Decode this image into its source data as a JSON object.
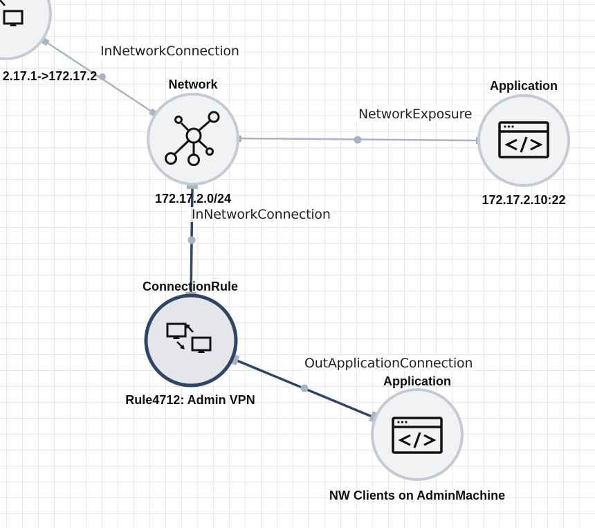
{
  "diagram": {
    "colors": {
      "node_fill": "#f1f2f4",
      "node_border": "#c5cad3",
      "selected_fill": "#e4e6ea",
      "selected_border": "#2f4565",
      "edge_default": "#a9b3c3",
      "edge_selected": "#2f4565",
      "icon": "#111111"
    },
    "nodes": [
      {
        "id": "n-conn-top",
        "type": "",
        "name": "2.17.1->172.17.2",
        "icon": "connection-rule-icon"
      },
      {
        "id": "n-network",
        "type": "Network",
        "name": "172.17.2.0/24",
        "icon": "network-hub-icon"
      },
      {
        "id": "n-app-top",
        "type": "Application",
        "name": "172.17.2.10:22",
        "icon": "code-window-icon"
      },
      {
        "id": "n-rule",
        "type": "ConnectionRule",
        "name": "Rule4712: Admin VPN",
        "icon": "connection-rule-icon",
        "selected": true
      },
      {
        "id": "n-app-bottom",
        "type": "Application",
        "name": "NW Clients on AdminMachine",
        "icon": "code-window-icon"
      }
    ],
    "edges": [
      {
        "id": "e1",
        "label": "InNetworkConnection",
        "from": "n-conn-top",
        "to": "n-network"
      },
      {
        "id": "e2",
        "label": "NetworkExposure",
        "from": "n-network",
        "to": "n-app-top"
      },
      {
        "id": "e3",
        "label": "InNetworkConnection",
        "from": "n-network",
        "to": "n-rule"
      },
      {
        "id": "e4",
        "label": "OutApplicationConnection",
        "from": "n-rule",
        "to": "n-app-bottom"
      }
    ]
  }
}
